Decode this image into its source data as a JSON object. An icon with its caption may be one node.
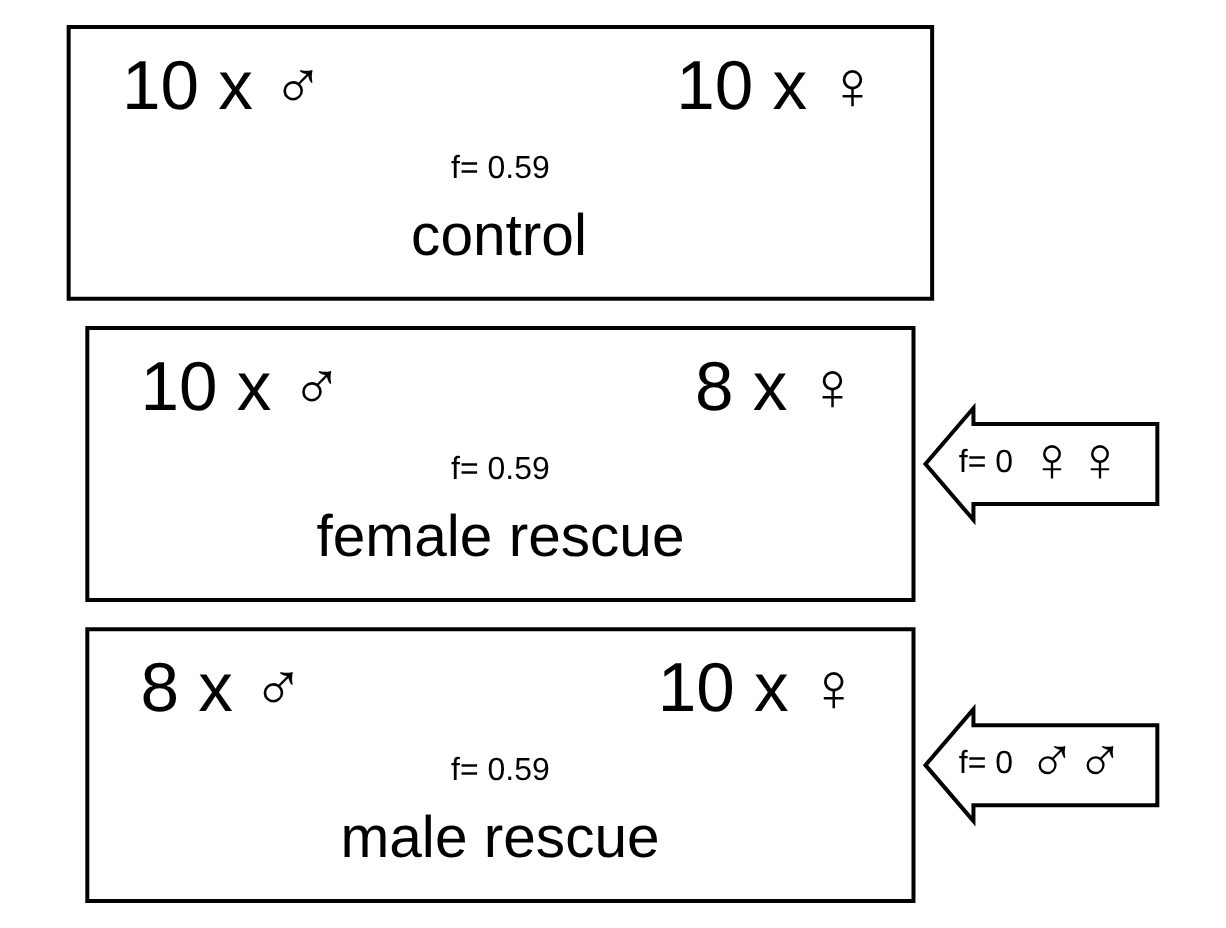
{
  "diagram": {
    "nodes": [
      {
        "text": [
          "10 x ♂",
          "10 x ♀",
          "f= 0.59",
          "control"
        ]
      },
      {
        "text": [
          "10 x ♂",
          "8 x ♀",
          "f= 0.59",
          "female rescue"
        ]
      },
      {
        "text": [
          "f= 0",
          "♀♀"
        ]
      },
      {
        "text": [
          "8 x ♂",
          "10 x ♀",
          "f= 0.59",
          "male rescue"
        ]
      },
      {
        "text": [
          "f= 0",
          "♂♂"
        ]
      }
    ]
  }
}
